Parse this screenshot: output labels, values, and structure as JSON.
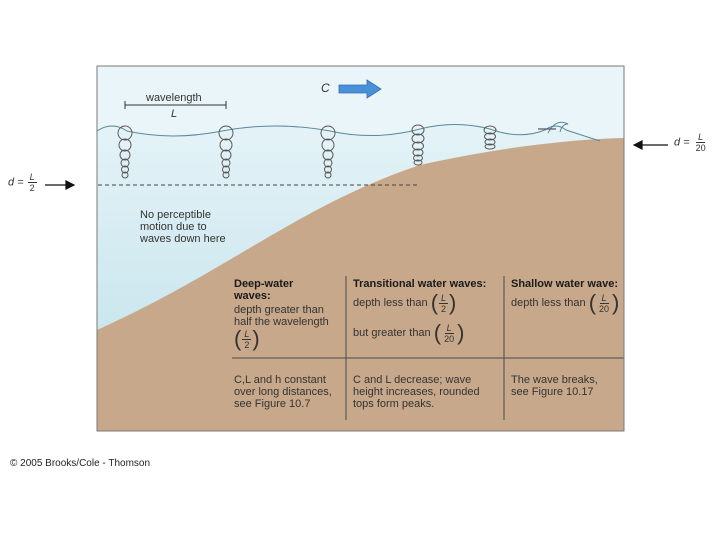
{
  "labels": {
    "wavelength": "wavelength",
    "wavelength_symbol": "L",
    "celerity_symbol": "C",
    "d_equals": "d =",
    "d_left_num": "L",
    "d_left_den": "2",
    "d_right_num": "L",
    "d_right_den": "20",
    "no_motion": "No perceptible motion due to waves down here"
  },
  "table": {
    "columns": [
      {
        "heading": "Deep-water waves:",
        "condition_text": "depth greater than half the wavelength",
        "condition_frac": {
          "num": "L",
          "den": "2"
        },
        "behavior": "C,L and h constant over long distances, see Figure 10.7"
      },
      {
        "heading": "Transitional water waves:",
        "condition_text": "depth less than",
        "condition_frac": {
          "num": "L",
          "den": "2"
        },
        "condition_text2": "but greater than",
        "condition_frac2": {
          "num": "L",
          "den": "20"
        },
        "behavior": "C and L decrease; wave height increases, rounded tops form peaks."
      },
      {
        "heading": "Shallow water wave:",
        "condition_text": "depth less than",
        "condition_frac": {
          "num": "L",
          "den": "20"
        },
        "behavior": "The wave breaks, see Figure 10.17"
      }
    ]
  },
  "colors": {
    "water": "#cce6ee",
    "water_deep": "#bfe0ea",
    "seabed": "#c8a88a",
    "arrow_blue": "#4a90d9",
    "orbit": "#5a5a5a",
    "frame": "#7a7a7a"
  },
  "copyright": "© 2005 Brooks/Cole - Thomson"
}
